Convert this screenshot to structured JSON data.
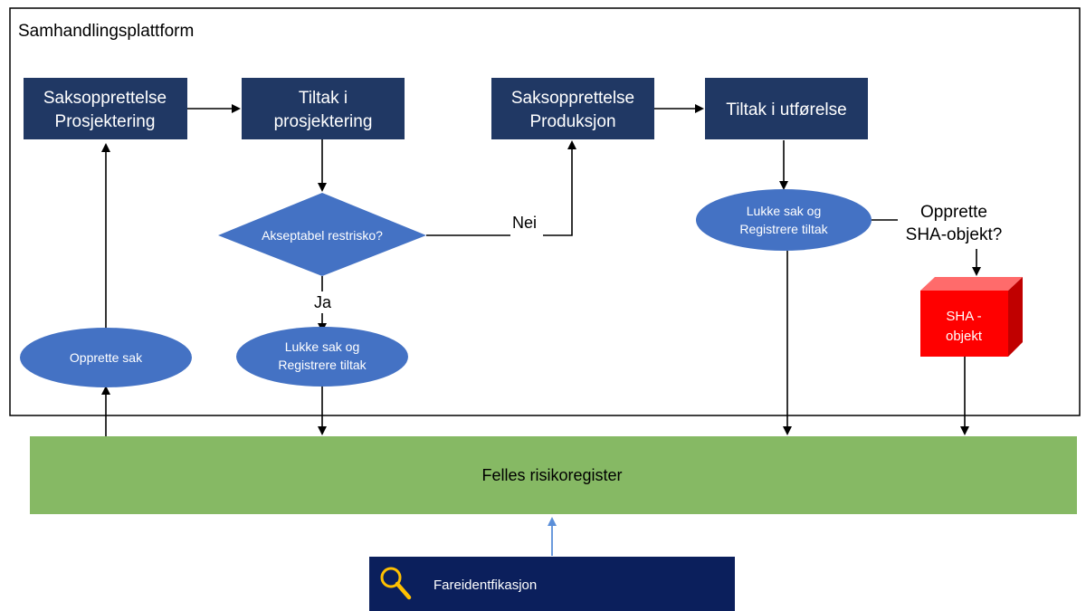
{
  "platform": {
    "title": "Samhandlingsplattform"
  },
  "boxes": {
    "saksopprettelse_prosjektering": [
      "Saksopprettelse",
      "Prosjektering"
    ],
    "tiltak_prosjektering": [
      "Tiltak i",
      "prosjektering"
    ],
    "saksopprettelse_produksjon": [
      "Saksopprettelse",
      "Produksjon"
    ],
    "tiltak_utforelse": [
      "Tiltak i utførelse"
    ]
  },
  "decision": {
    "label": "Akseptabel restrisko?",
    "no_label": "Nei",
    "yes_label": "Ja"
  },
  "ellipses": {
    "opprette_sak": "Opprette sak",
    "lukke_sak_1": [
      "Lukke sak og",
      "Registrere tiltak"
    ],
    "lukke_sak_2": [
      "Lukke sak og",
      "Registrere tiltak"
    ]
  },
  "question": [
    "Opprette",
    "SHA-objekt?"
  ],
  "sha_object": [
    "SHA -",
    "objekt"
  ],
  "register": {
    "label": "Felles risikoregister"
  },
  "hazard_id": {
    "label": "Fareidentfikasjon",
    "icon": "search-icon"
  },
  "colors": {
    "box": "#203864",
    "ellipse": "#4472C4",
    "register": "#86B964",
    "sha_front": "#FF0000",
    "sha_top": "#FF6B6B",
    "sha_side": "#C00000",
    "hazard_bg": "#0B1F5C",
    "icon": "#FFC000",
    "up_arrow": "#5B8FD9"
  }
}
